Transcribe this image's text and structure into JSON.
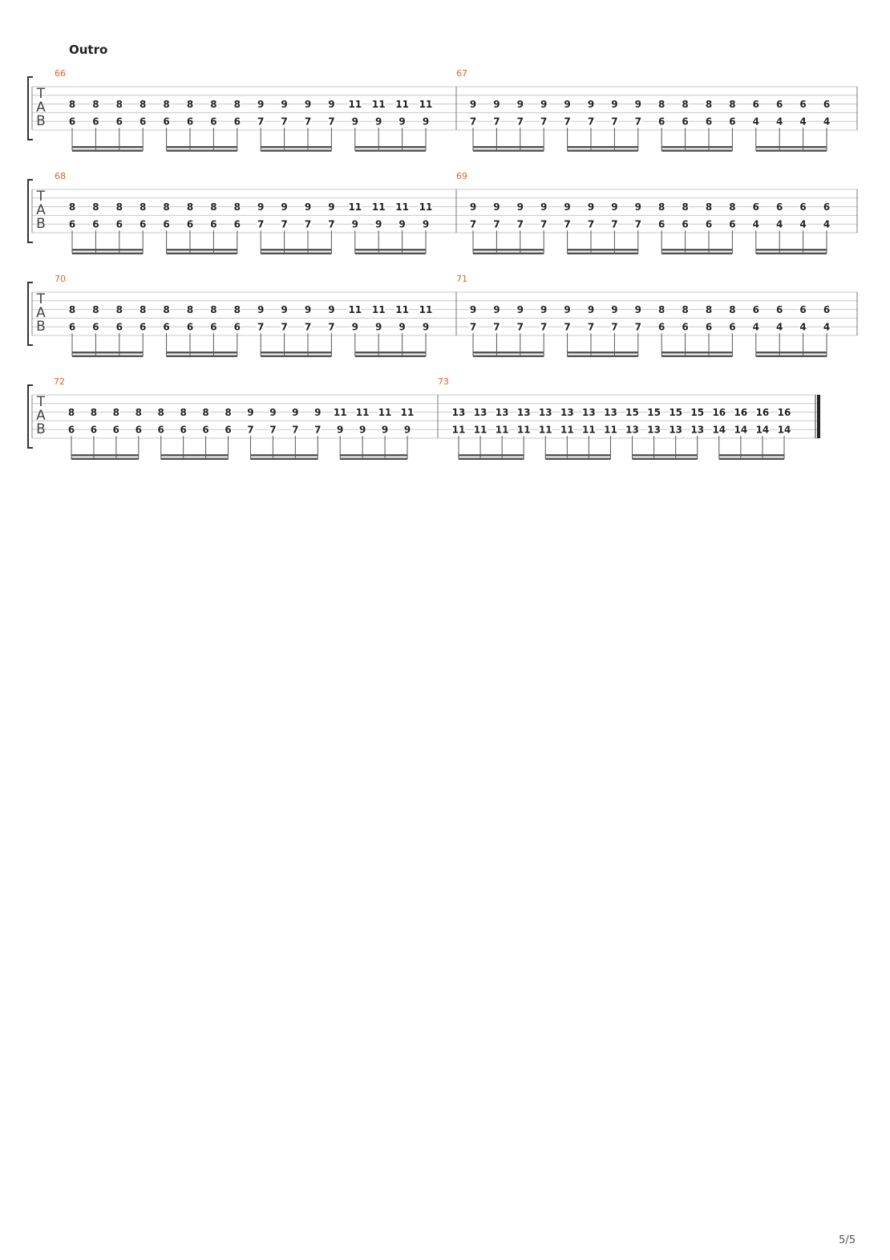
{
  "section": {
    "title": "Outro"
  },
  "page": {
    "number": "5/5"
  },
  "clef": {
    "letters": [
      "T",
      "A",
      "B"
    ]
  },
  "colors": {
    "measure_number": "#e0602a",
    "note": "#222222",
    "staff_line": "#c8c8c8",
    "beam": "#555555"
  },
  "systems": [
    {
      "measures": [
        {
          "number": "66",
          "beats": [
            {
              "top": "8",
              "bottom": "6"
            },
            {
              "top": "8",
              "bottom": "6"
            },
            {
              "top": "8",
              "bottom": "6"
            },
            {
              "top": "8",
              "bottom": "6"
            },
            {
              "top": "8",
              "bottom": "6"
            },
            {
              "top": "8",
              "bottom": "6"
            },
            {
              "top": "8",
              "bottom": "6"
            },
            {
              "top": "8",
              "bottom": "6"
            },
            {
              "top": "9",
              "bottom": "7"
            },
            {
              "top": "9",
              "bottom": "7"
            },
            {
              "top": "9",
              "bottom": "7"
            },
            {
              "top": "9",
              "bottom": "7"
            },
            {
              "top": "11",
              "bottom": "9"
            },
            {
              "top": "11",
              "bottom": "9"
            },
            {
              "top": "11",
              "bottom": "9"
            },
            {
              "top": "11",
              "bottom": "9"
            }
          ]
        },
        {
          "number": "67",
          "beats": [
            {
              "top": "9",
              "bottom": "7"
            },
            {
              "top": "9",
              "bottom": "7"
            },
            {
              "top": "9",
              "bottom": "7"
            },
            {
              "top": "9",
              "bottom": "7"
            },
            {
              "top": "9",
              "bottom": "7"
            },
            {
              "top": "9",
              "bottom": "7"
            },
            {
              "top": "9",
              "bottom": "7"
            },
            {
              "top": "9",
              "bottom": "7"
            },
            {
              "top": "8",
              "bottom": "6"
            },
            {
              "top": "8",
              "bottom": "6"
            },
            {
              "top": "8",
              "bottom": "6"
            },
            {
              "top": "8",
              "bottom": "6"
            },
            {
              "top": "6",
              "bottom": "4"
            },
            {
              "top": "6",
              "bottom": "4"
            },
            {
              "top": "6",
              "bottom": "4"
            },
            {
              "top": "6",
              "bottom": "4"
            }
          ]
        }
      ]
    },
    {
      "measures": [
        {
          "number": "68",
          "beats": [
            {
              "top": "8",
              "bottom": "6"
            },
            {
              "top": "8",
              "bottom": "6"
            },
            {
              "top": "8",
              "bottom": "6"
            },
            {
              "top": "8",
              "bottom": "6"
            },
            {
              "top": "8",
              "bottom": "6"
            },
            {
              "top": "8",
              "bottom": "6"
            },
            {
              "top": "8",
              "bottom": "6"
            },
            {
              "top": "8",
              "bottom": "6"
            },
            {
              "top": "9",
              "bottom": "7"
            },
            {
              "top": "9",
              "bottom": "7"
            },
            {
              "top": "9",
              "bottom": "7"
            },
            {
              "top": "9",
              "bottom": "7"
            },
            {
              "top": "11",
              "bottom": "9"
            },
            {
              "top": "11",
              "bottom": "9"
            },
            {
              "top": "11",
              "bottom": "9"
            },
            {
              "top": "11",
              "bottom": "9"
            }
          ]
        },
        {
          "number": "69",
          "beats": [
            {
              "top": "9",
              "bottom": "7"
            },
            {
              "top": "9",
              "bottom": "7"
            },
            {
              "top": "9",
              "bottom": "7"
            },
            {
              "top": "9",
              "bottom": "7"
            },
            {
              "top": "9",
              "bottom": "7"
            },
            {
              "top": "9",
              "bottom": "7"
            },
            {
              "top": "9",
              "bottom": "7"
            },
            {
              "top": "9",
              "bottom": "7"
            },
            {
              "top": "8",
              "bottom": "6"
            },
            {
              "top": "8",
              "bottom": "6"
            },
            {
              "top": "8",
              "bottom": "6"
            },
            {
              "top": "8",
              "bottom": "6"
            },
            {
              "top": "6",
              "bottom": "4"
            },
            {
              "top": "6",
              "bottom": "4"
            },
            {
              "top": "6",
              "bottom": "4"
            },
            {
              "top": "6",
              "bottom": "4"
            }
          ]
        }
      ]
    },
    {
      "measures": [
        {
          "number": "70",
          "beats": [
            {
              "top": "8",
              "bottom": "6"
            },
            {
              "top": "8",
              "bottom": "6"
            },
            {
              "top": "8",
              "bottom": "6"
            },
            {
              "top": "8",
              "bottom": "6"
            },
            {
              "top": "8",
              "bottom": "6"
            },
            {
              "top": "8",
              "bottom": "6"
            },
            {
              "top": "8",
              "bottom": "6"
            },
            {
              "top": "8",
              "bottom": "6"
            },
            {
              "top": "9",
              "bottom": "7"
            },
            {
              "top": "9",
              "bottom": "7"
            },
            {
              "top": "9",
              "bottom": "7"
            },
            {
              "top": "9",
              "bottom": "7"
            },
            {
              "top": "11",
              "bottom": "9"
            },
            {
              "top": "11",
              "bottom": "9"
            },
            {
              "top": "11",
              "bottom": "9"
            },
            {
              "top": "11",
              "bottom": "9"
            }
          ]
        },
        {
          "number": "71",
          "beats": [
            {
              "top": "9",
              "bottom": "7"
            },
            {
              "top": "9",
              "bottom": "7"
            },
            {
              "top": "9",
              "bottom": "7"
            },
            {
              "top": "9",
              "bottom": "7"
            },
            {
              "top": "9",
              "bottom": "7"
            },
            {
              "top": "9",
              "bottom": "7"
            },
            {
              "top": "9",
              "bottom": "7"
            },
            {
              "top": "9",
              "bottom": "7"
            },
            {
              "top": "8",
              "bottom": "6"
            },
            {
              "top": "8",
              "bottom": "6"
            },
            {
              "top": "8",
              "bottom": "6"
            },
            {
              "top": "8",
              "bottom": "6"
            },
            {
              "top": "6",
              "bottom": "4"
            },
            {
              "top": "6",
              "bottom": "4"
            },
            {
              "top": "6",
              "bottom": "4"
            },
            {
              "top": "6",
              "bottom": "4"
            }
          ]
        }
      ]
    },
    {
      "final_barline": true,
      "measures": [
        {
          "number": "72",
          "beats": [
            {
              "top": "8",
              "bottom": "6"
            },
            {
              "top": "8",
              "bottom": "6"
            },
            {
              "top": "8",
              "bottom": "6"
            },
            {
              "top": "8",
              "bottom": "6"
            },
            {
              "top": "8",
              "bottom": "6"
            },
            {
              "top": "8",
              "bottom": "6"
            },
            {
              "top": "8",
              "bottom": "6"
            },
            {
              "top": "8",
              "bottom": "6"
            },
            {
              "top": "9",
              "bottom": "7"
            },
            {
              "top": "9",
              "bottom": "7"
            },
            {
              "top": "9",
              "bottom": "7"
            },
            {
              "top": "9",
              "bottom": "7"
            },
            {
              "top": "11",
              "bottom": "9"
            },
            {
              "top": "11",
              "bottom": "9"
            },
            {
              "top": "11",
              "bottom": "9"
            },
            {
              "top": "11",
              "bottom": "9"
            }
          ]
        },
        {
          "number": "73",
          "beats": [
            {
              "top": "13",
              "bottom": "11"
            },
            {
              "top": "13",
              "bottom": "11"
            },
            {
              "top": "13",
              "bottom": "11"
            },
            {
              "top": "13",
              "bottom": "11"
            },
            {
              "top": "13",
              "bottom": "11"
            },
            {
              "top": "13",
              "bottom": "11"
            },
            {
              "top": "13",
              "bottom": "11"
            },
            {
              "top": "13",
              "bottom": "11"
            },
            {
              "top": "15",
              "bottom": "13"
            },
            {
              "top": "15",
              "bottom": "13"
            },
            {
              "top": "15",
              "bottom": "13"
            },
            {
              "top": "15",
              "bottom": "13"
            },
            {
              "top": "16",
              "bottom": "14"
            },
            {
              "top": "16",
              "bottom": "14"
            },
            {
              "top": "16",
              "bottom": "14"
            },
            {
              "top": "16",
              "bottom": "14"
            }
          ]
        }
      ]
    }
  ]
}
